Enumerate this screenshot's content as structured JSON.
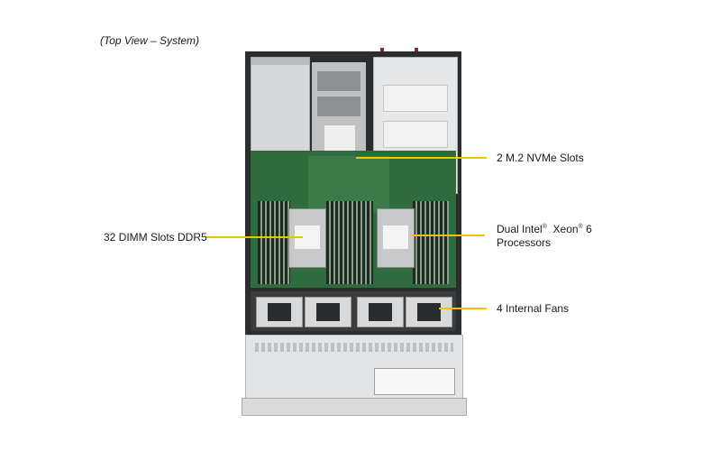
{
  "caption": "(Top View – System)",
  "callouts": {
    "nvme": "2 M.2 NVMe Slots",
    "dimm": "32 DIMM Slots DDR5",
    "cpu_line1_a": "Dual Intel",
    "cpu_line1_b": "Xeon",
    "cpu_line1_c": "6",
    "cpu_reg": "®",
    "cpu_line2": "Processors",
    "fans": "4 Internal  Fans"
  },
  "colors": {
    "leader": "#f2c200",
    "pcb": "#2f6b3d",
    "chassis": "#2b2d2f"
  }
}
